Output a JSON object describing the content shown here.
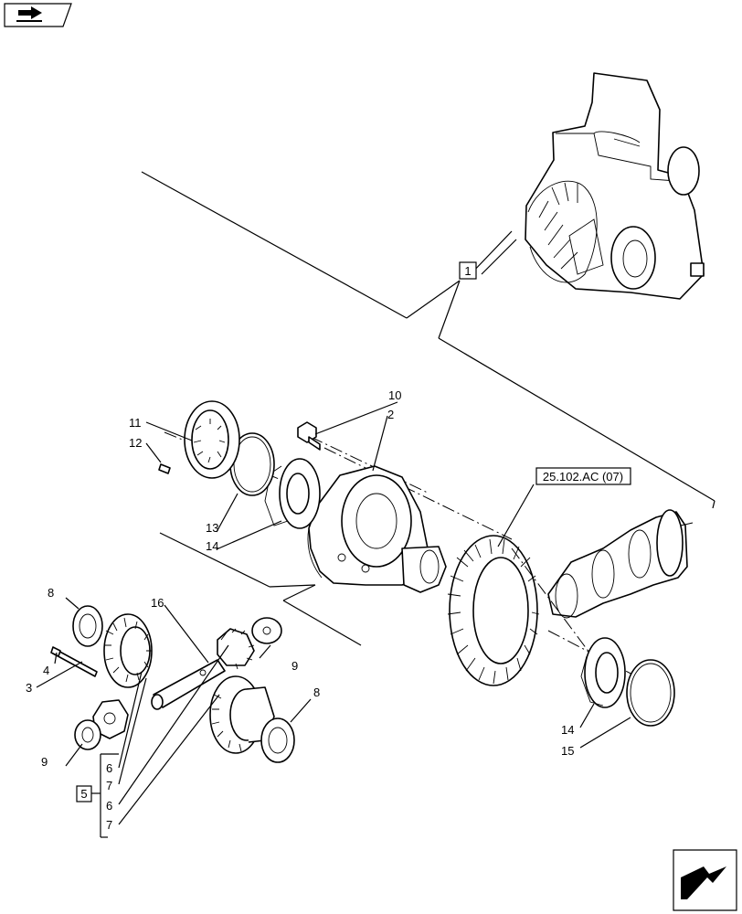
{
  "diagram": {
    "callouts": {
      "c1": "1",
      "c2": "2",
      "c3": "3",
      "c4": "4",
      "c5": "5",
      "c6a": "6",
      "c6b": "6",
      "c7a": "7",
      "c7b": "7",
      "c8a": "8",
      "c8b": "8",
      "c9a": "9",
      "c9b": "9",
      "c10": "10",
      "c11": "11",
      "c12": "12",
      "c13": "13",
      "c14a": "14",
      "c14b": "14",
      "c15": "15",
      "c16": "16",
      "ref": "25.102.AC (07)"
    },
    "icons": {
      "top_left": "book-arrow-icon",
      "bottom_right": "next-page-arrow-icon"
    }
  }
}
